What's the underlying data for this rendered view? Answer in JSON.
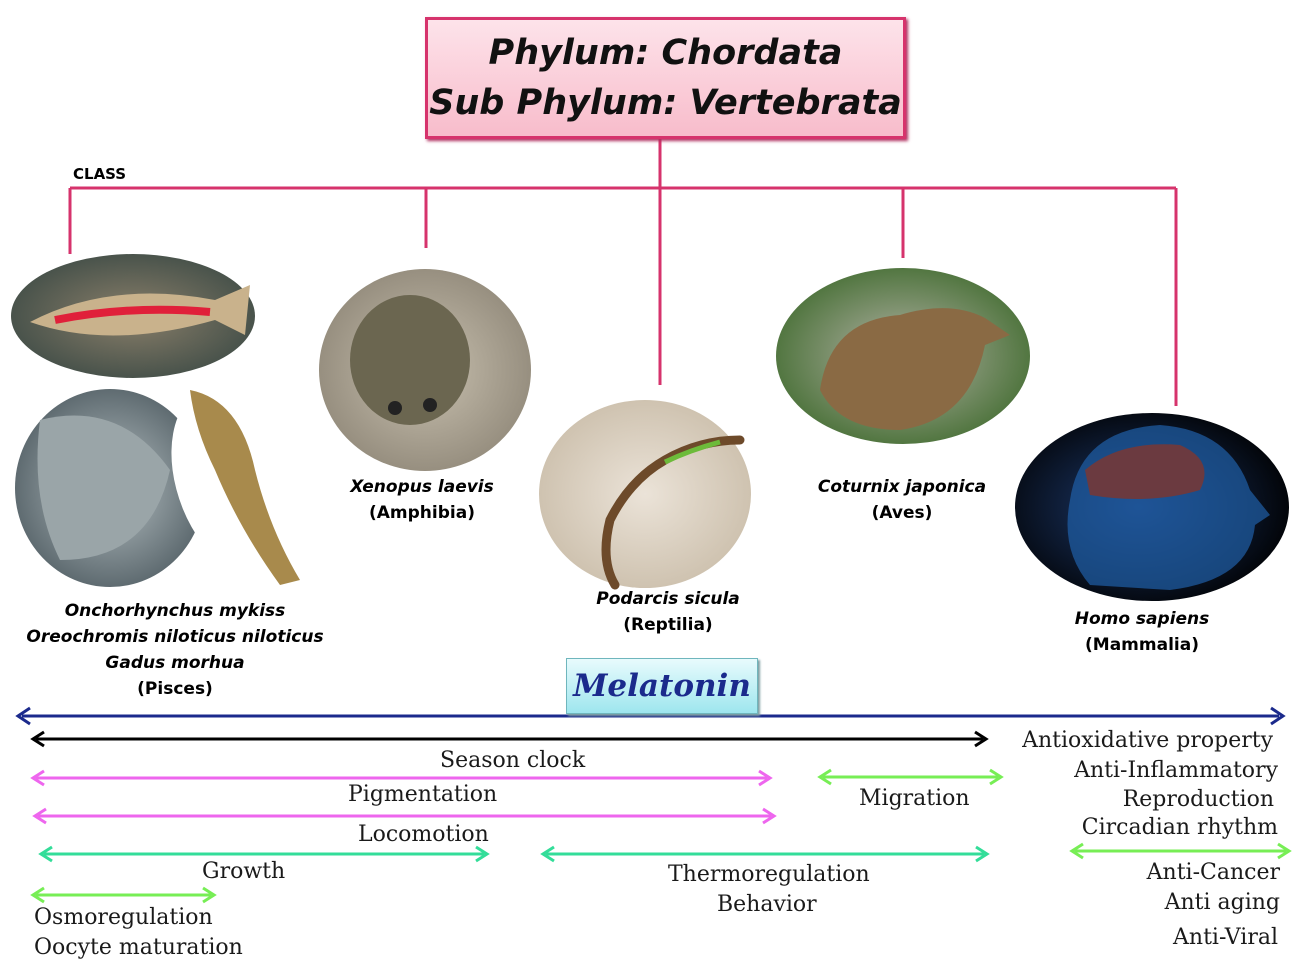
{
  "header": {
    "phylum": "Phylum: Chordata",
    "subphylum": "Sub Phylum: Vertebrata"
  },
  "class_label": "CLASS",
  "classes": [
    {
      "species": [
        "Onchorhynchus mykiss",
        "Oreochromis niloticus niloticus",
        "Gadus morhua"
      ],
      "class": "(Pisces)"
    },
    {
      "species": [
        "Xenopus laevis"
      ],
      "class": "(Amphibia)"
    },
    {
      "species": [
        "Podarcis sicula"
      ],
      "class": "(Reptilia)"
    },
    {
      "species": [
        "Coturnix japonica"
      ],
      "class": "(Aves)"
    },
    {
      "species": [
        "Homo sapiens"
      ],
      "class": "(Mammalia)"
    }
  ],
  "melatonin": "Melatonin",
  "functions": {
    "season_clock": "Season clock",
    "pigmentation": "Pigmentation",
    "locomotion": "Locomotion",
    "growth": "Growth",
    "osmoregulation": "Osmoregulation",
    "oocyte": "Oocyte maturation",
    "migration": "Migration",
    "thermoregulation": "Thermoregulation",
    "behavior": "Behavior",
    "mammal_functions": [
      "Antioxidative property",
      "Anti-Inflammatory",
      "Reproduction",
      "Circadian rhythm"
    ],
    "mammal_functions_2": [
      "Anti-Cancer",
      "Anti aging",
      "Anti-Viral"
    ]
  },
  "colors": {
    "tree_line": "#d6336c",
    "title_border": "#d6336c",
    "melatonin_arrow": "#1b2a8c",
    "season_arrow": "#000000",
    "pink_arrow": "#ee66ee",
    "teal_arrow": "#33dd99",
    "green_arrow": "#77ee55"
  }
}
